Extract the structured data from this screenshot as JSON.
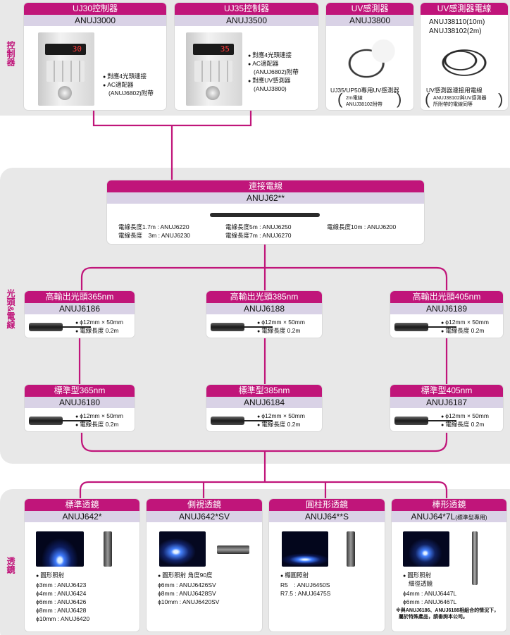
{
  "side_labels": {
    "controller": "控制器",
    "head": "光頭&電線",
    "lens": "透鏡"
  },
  "controllers": [
    {
      "name": "UJ30控制器",
      "code": "ANUJ3000",
      "notes": [
        "對應4光頭連接",
        "AC適配器",
        "(ANUJ6802)附帶"
      ]
    },
    {
      "name": "UJ35控制器",
      "code": "ANUJ3500",
      "notes": [
        "對應4光頭連接",
        "AC適配器",
        "(ANUJ6802)附帶",
        "對應UV感測器",
        "(ANUJ3800)"
      ]
    },
    {
      "name": "UV感測器",
      "code": "ANUJ3800",
      "notes": [
        "UJ35/UP50專用UV感測器",
        "2m電線",
        "ANUJ38102附帶"
      ]
    },
    {
      "name": "UV感測器電線",
      "code": "ANUJ38110(10m)",
      "code2": "ANUJ38102(2m)",
      "notes": [
        "UV感測器連接用電線",
        "ANUJ38102與UV感測器",
        "所附帶的電線同等"
      ]
    }
  ],
  "display_digits": {
    "uj30": "30",
    "uj35": "35"
  },
  "cable": {
    "name": "連接電線",
    "code": "ANUJ62**",
    "lengths": [
      "電線長度1.7m : ANUJ6220",
      "電線長度　3m : ANUJ6230",
      "電線長度5m : ANUJ6250",
      "電線長度7m : ANUJ6270",
      "電線長度10m : ANUJ6200"
    ]
  },
  "heads": [
    {
      "name": "高輸出光頭365nm",
      "code": "ANUJ6186",
      "spec1": "ϕ12mm × 50mm",
      "spec2": "電線長度 0.2m"
    },
    {
      "name": "高輸出光頭385nm",
      "code": "ANUJ6188",
      "spec1": "ϕ12mm × 50mm",
      "spec2": "電線長度 0.2m"
    },
    {
      "name": "高輸出光頭405nm",
      "code": "ANUJ6189",
      "spec1": "ϕ12mm × 50mm",
      "spec2": "電線長度 0.2m"
    },
    {
      "name": "標準型365nm",
      "code": "ANUJ6180",
      "spec1": "ϕ12mm × 50mm",
      "spec2": "電線長度 0.2m"
    },
    {
      "name": "標準型385nm",
      "code": "ANUJ6184",
      "spec1": "ϕ12mm × 50mm",
      "spec2": "電線長度 0.2m"
    },
    {
      "name": "標準型405nm",
      "code": "ANUJ6187",
      "spec1": "ϕ12mm × 50mm",
      "spec2": "電線長度 0.2m"
    }
  ],
  "lenses": [
    {
      "name": "標準透鏡",
      "code": "ANUJ642*",
      "lines": [
        "圓形照射",
        "ϕ3mm : ANUJ6423",
        "ϕ4mm : ANUJ6424",
        "ϕ6mm : ANUJ6426",
        "ϕ8mm : ANUJ6428",
        "ϕ10mm : ANUJ6420"
      ]
    },
    {
      "name": "側視透鏡",
      "code": "ANUJ642*SV",
      "lines": [
        "圓形照射 角度90度",
        "ϕ6mm : ANUJ6426SV",
        "ϕ8mm : ANUJ6428SV",
        "ϕ10mm : ANUJ6420SV"
      ]
    },
    {
      "name": "圓柱形透鏡",
      "code": "ANUJ64**S",
      "lines": [
        "橢圓照射",
        "R5　: ANUJ6450S",
        "R7.5 : ANUJ6475S"
      ]
    },
    {
      "name": "棒形透鏡",
      "code": "ANUJ64*7L",
      "code_suffix": "(標準型專用)",
      "lines": [
        "圓形照射",
        "細徑透鏡",
        "ϕ4mm : ANUJ6447L",
        "ϕ6mm : ANUJ6467L"
      ],
      "note": [
        "※與ANUJ6186、ANUJ6188相組合的情況下，",
        "屬於特殊產品，請垂詢本公司。"
      ]
    }
  ],
  "colors": {
    "accent": "#c0157a",
    "sub_band": "#d9d2e6",
    "band": "#e8e8e8"
  }
}
